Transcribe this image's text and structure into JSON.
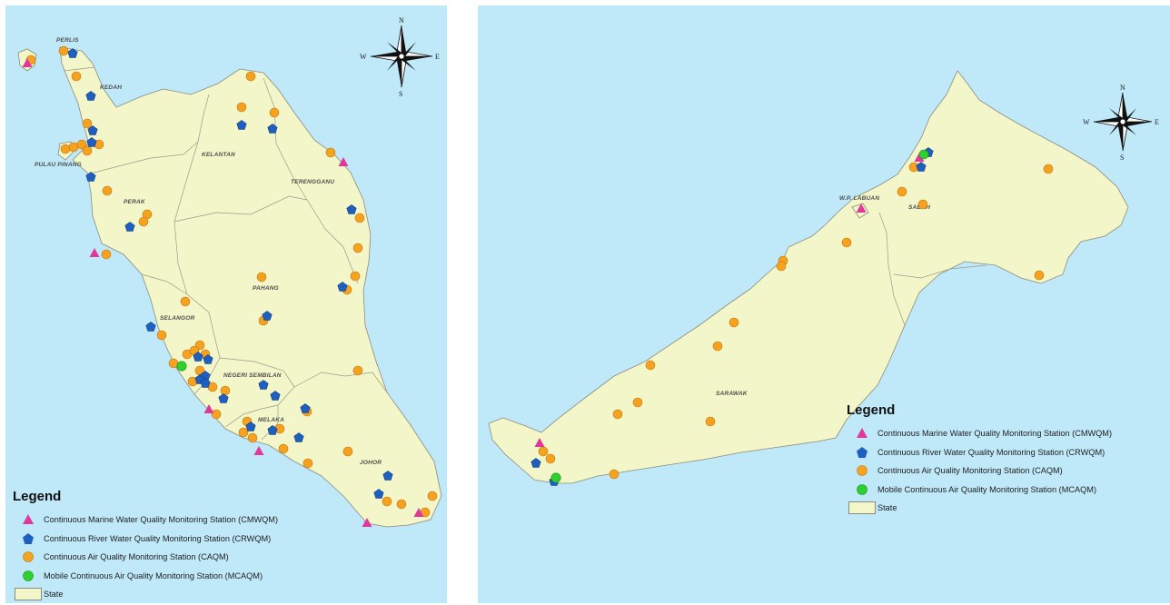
{
  "left_map": {
    "state_labels": {
      "perlis": "PERLIS",
      "kedah": "KEDAH",
      "pulau_pinang": "PULAU PINANG",
      "perak": "PERAK",
      "kelantan": "KELANTAN",
      "terengganu": "TERENGGANU",
      "pahang": "PAHANG",
      "selangor": "SELANGOR",
      "negeri_sembilan": "NEGERI SEMBILAN",
      "melaka": "MELAKA",
      "johor": "JOHOR"
    },
    "compass": {
      "n": "N",
      "s": "S",
      "e": "E",
      "w": "W"
    }
  },
  "right_map": {
    "state_labels": {
      "wp_labuan": "W.P. LABUAN",
      "sabah": "SABAH",
      "sarawak": "SARAWAK"
    },
    "compass": {
      "n": "N",
      "s": "S",
      "e": "E",
      "w": "W"
    }
  },
  "legend": {
    "title": "Legend",
    "cmwqm": "Continuous Marine Water Quality Monitoring Station (CMWQM)",
    "crwqm": "Continuous River Water Quality Monitoring Station (CRWQM)",
    "caqm": "Continuous Air Quality Monitoring Station (CAQM)",
    "mcaqm": "Mobile Continuous Air Quality Monitoring Station (MCAQM)",
    "state": "State"
  },
  "colors": {
    "sea": "#bfe8f8",
    "land": "#f2f6c8",
    "cmwqm": "#e0379b",
    "crwqm": "#1f5fbf",
    "caqm": "#f6a21e",
    "mcaqm": "#2ed02e"
  }
}
